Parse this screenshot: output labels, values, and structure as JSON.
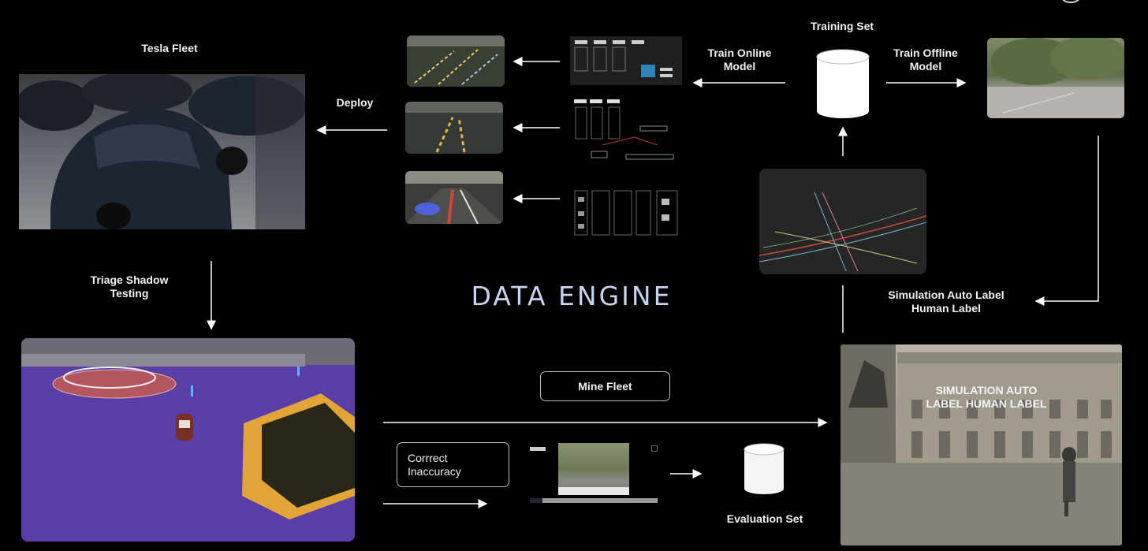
{
  "title": "DATA ENGINE",
  "labels": {
    "tesla_fleet": "Tesla Fleet",
    "deploy": "Deploy",
    "train_online": "Train Online\nModel",
    "training_set": "Training Set",
    "train_offline": "Train Offline\nModel",
    "triage": "Triage Shadow\nTesting",
    "sim_label": "Simulation Auto Label\nHuman Label",
    "mine_fleet": "Mine Fleet",
    "correct": "Corrrect\nInaccuracy",
    "evaluation_set": "Evaluation Set",
    "paris_overlay": "SIMULATION AUTO\nLABEL HUMAN LABEL"
  },
  "colors": {
    "background": "#000000",
    "title": "#c9d3ef",
    "purple_ground": "#5a3ea8",
    "orange_mesh": "#e3a437"
  }
}
